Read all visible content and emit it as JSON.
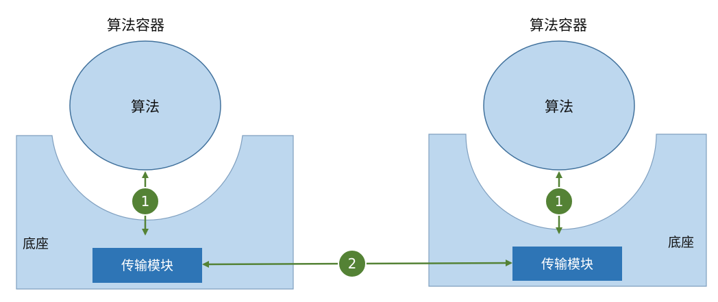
{
  "left_unit": {
    "container_title": "算法容器",
    "algorithm_label": "算法",
    "base_label": "底座",
    "module_label": "传输模块",
    "internal_link_badge": "1"
  },
  "right_unit": {
    "container_title": "算法容器",
    "algorithm_label": "算法",
    "base_label": "底座",
    "module_label": "传输模块",
    "internal_link_badge": "1"
  },
  "cross_link_badge": "2",
  "colors": {
    "base_fill": "#bdd7ee",
    "base_stroke": "#7f9fbf",
    "circle_fill": "#bdd7ee",
    "circle_stroke": "#41719c",
    "module_fill": "#2e75b6",
    "arrow": "#548235",
    "badge_fill": "#548235",
    "badge_stroke": "#ffffff"
  }
}
